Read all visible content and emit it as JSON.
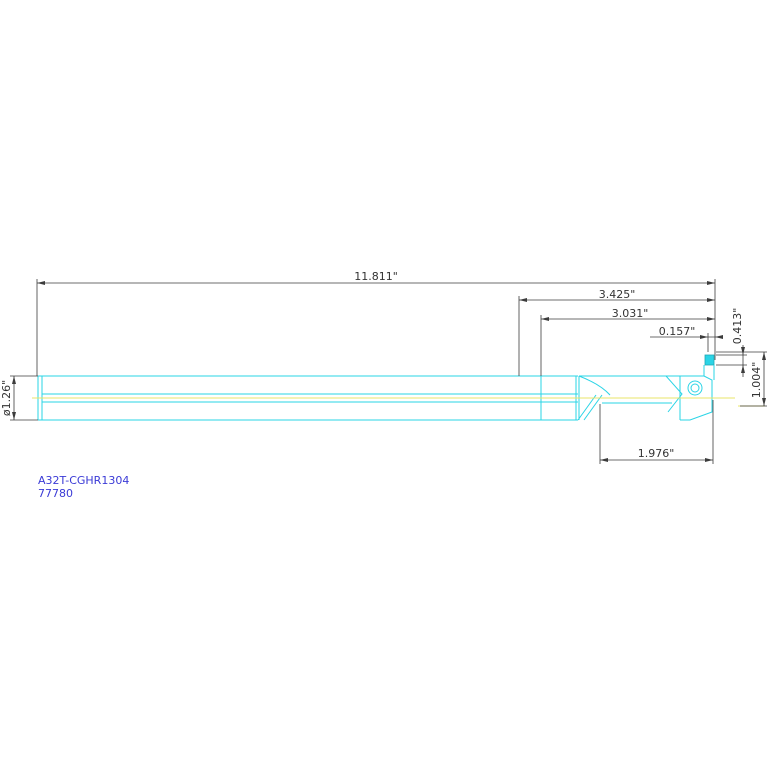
{
  "dimensions": {
    "overall_length": "11.811\"",
    "head_length": "3.425\"",
    "neck_length": "3.031\"",
    "tip_offset": "0.157\"",
    "insert_height": "0.413\"",
    "cut_depth": "1.004\"",
    "shank_diameter": "ø1.26\"",
    "reach": "1.976\""
  },
  "part": {
    "model": "A32T-CGHR1304",
    "number": "77780"
  },
  "colors": {
    "geometry": "#2ad4e6",
    "dimension": "#3c3c3c",
    "centerline": "#e8e46a",
    "label": "#3a3ad6",
    "insert": "#2ad4e6"
  }
}
